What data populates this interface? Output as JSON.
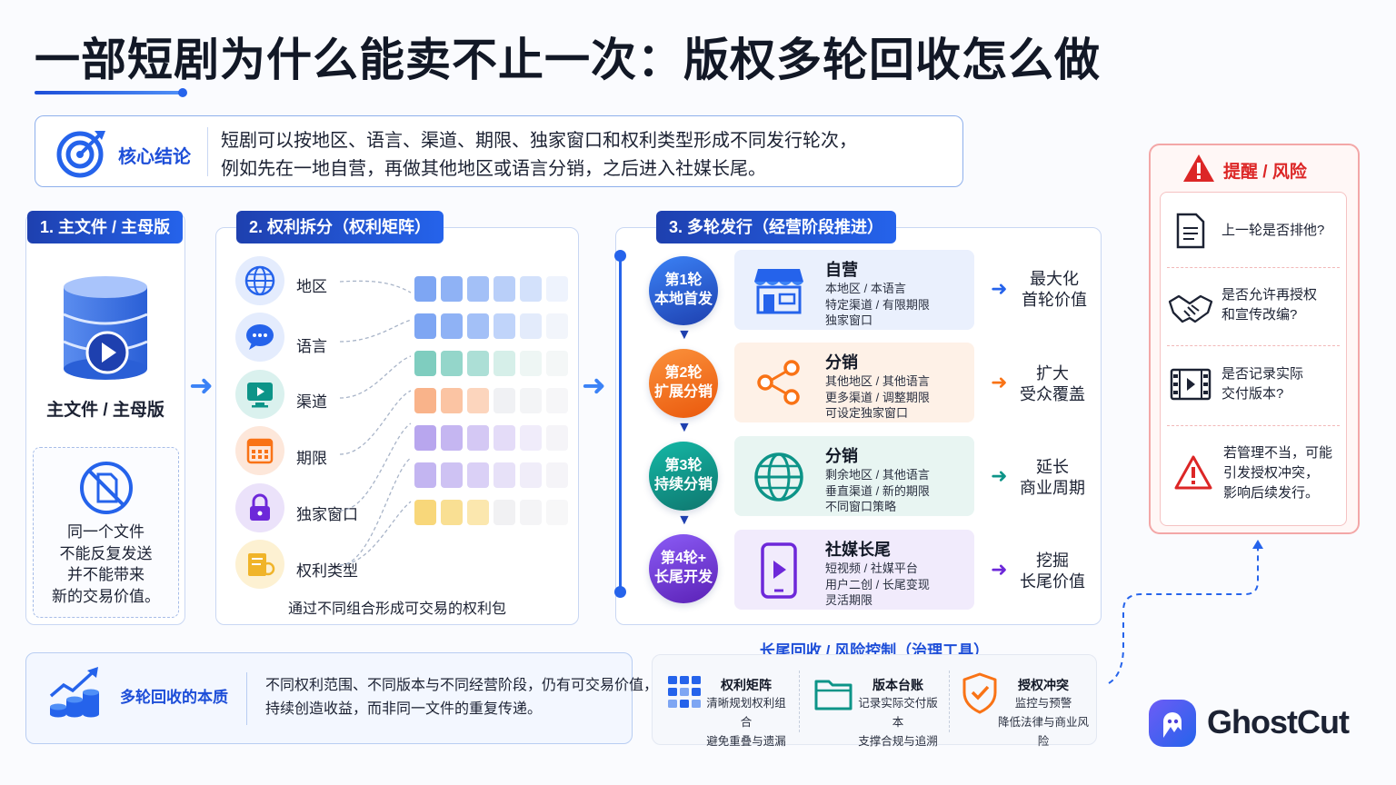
{
  "title": "一部短剧为什么能卖不止一次：版权多轮回收怎么做",
  "core": {
    "label": "核心结论",
    "line1": "短剧可以按地区、语言、渠道、期限、独家窗口和权利类型形成不同发行轮次，",
    "line2": "例如先在一地自营，再做其他地区或语言分销，之后进入社媒长尾。"
  },
  "section1": {
    "header": "1. 主文件 / 主母版",
    "item_label": "主文件 / 主母版",
    "warning": [
      "同一个文件",
      "不能反复发送",
      "并不能带来",
      "新的交易价值。"
    ]
  },
  "section2": {
    "header": "2. 权利拆分（权利矩阵）",
    "items": [
      "地区",
      "语言",
      "渠道",
      "期限",
      "独家窗口",
      "权利类型"
    ],
    "caption": "通过不同组合形成可交易的权利包"
  },
  "section3": {
    "header": "3. 多轮发行（经营阶段推进）",
    "rounds": [
      {
        "badge1": "第1轮",
        "badge2": "本地首发",
        "title": "自营",
        "lines": [
          "本地区 / 本语言",
          "特定渠道 / 有限期限",
          "独家窗口"
        ],
        "out1": "最大化",
        "out2": "首轮价值"
      },
      {
        "badge1": "第2轮",
        "badge2": "扩展分销",
        "title": "分销",
        "lines": [
          "其他地区 / 其他语言",
          "更多渠道 / 调整期限",
          "可设定独家窗口"
        ],
        "out1": "扩大",
        "out2": "受众覆盖"
      },
      {
        "badge1": "第3轮",
        "badge2": "持续分销",
        "title": "分销",
        "lines": [
          "剩余地区 / 其他语言",
          "垂直渠道 / 新的期限",
          "不同窗口策略"
        ],
        "out1": "延长",
        "out2": "商业周期"
      },
      {
        "badge1": "第4轮+",
        "badge2": "长尾开发",
        "title": "社媒长尾",
        "lines": [
          "短视频 / 社媒平台",
          "用户二创 / 长尾变现",
          "灵活期限"
        ],
        "out1": "挖掘",
        "out2": "长尾价值"
      }
    ]
  },
  "risk": {
    "header": "提醒 / 风险",
    "items": [
      {
        "icon": "document-icon",
        "text": [
          "上一轮是否排他?"
        ]
      },
      {
        "icon": "handshake-icon",
        "text": [
          "是否允许再授权",
          "和宣传改编?"
        ]
      },
      {
        "icon": "film-icon",
        "text": [
          "是否记录实际",
          "交付版本?"
        ]
      },
      {
        "icon": "warning-icon",
        "text": [
          "若管理不当，可能",
          "引发授权冲突，",
          "影响后续发行。"
        ]
      }
    ]
  },
  "bottom": {
    "label": "多轮回收的本质",
    "line1": "不同权利范围、不同版本与不同经营阶段，仍有可交易价值，",
    "line2": "持续创造收益，而非同一文件的重复传递。"
  },
  "tools": {
    "header": "长尾回收 / 风险控制（治理工具）",
    "items": [
      {
        "title": "权利矩阵",
        "l1": "清晰规划权利组合",
        "l2": "避免重叠与遗漏"
      },
      {
        "title": "版本台账",
        "l1": "记录实际交付版本",
        "l2": "支撑合规与追溯"
      },
      {
        "title": "授权冲突",
        "l1": "监控与预警",
        "l2": "降低法律与商业风险"
      }
    ]
  },
  "brand": "GhostCut",
  "colors": {
    "primary": "#2563eb",
    "orange": "#f97316",
    "teal": "#0d9488",
    "purple": "#6d28d9",
    "red": "#dc2626"
  }
}
